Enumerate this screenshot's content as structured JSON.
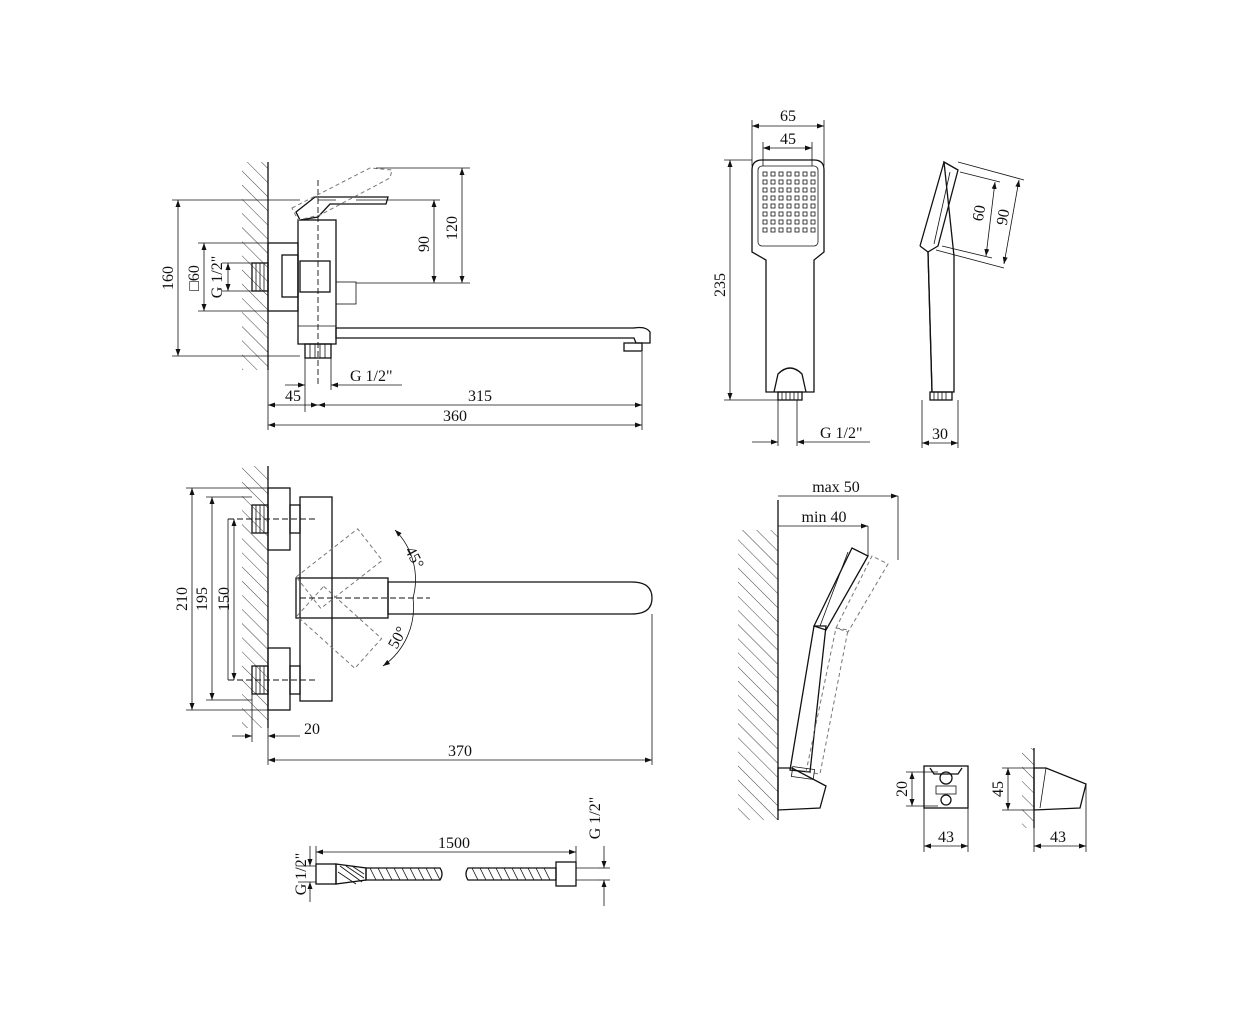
{
  "drawing": {
    "mixer_side": {
      "height": "160",
      "square": "□60",
      "inlet_thread": "G 1/2\"",
      "outlet_thread": "G 1/2\"",
      "lever_height": "90",
      "lever_max": "120",
      "offset": "45",
      "spout_reach": "315",
      "total_reach": "360"
    },
    "mixer_top": {
      "outer": "210",
      "centers_max": "195",
      "centers_min": "150",
      "angle_left": "45°",
      "angle_right": "50°",
      "wall_gap": "20",
      "total": "370"
    },
    "hand_shower": {
      "width": "65",
      "face": "45",
      "length": "235",
      "thread": "G 1/2\"",
      "head_inner": "60",
      "head_outer": "90",
      "depth": "30"
    },
    "holder_mount": {
      "max": "max 50",
      "min": "min 40"
    },
    "hose": {
      "length": "1500",
      "left_thread": "G 1/2\"",
      "right_thread": "G 1/2\""
    },
    "holder": {
      "front_height": "20",
      "front_width": "43",
      "side_height": "45",
      "side_width": "43"
    }
  }
}
